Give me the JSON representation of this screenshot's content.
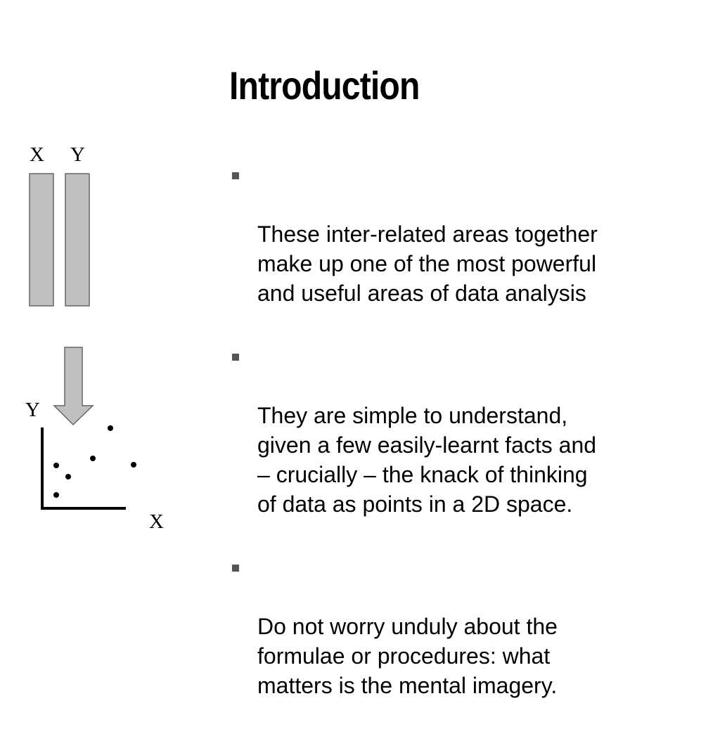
{
  "slide": {
    "title": "Introduction",
    "bullets": [
      "These inter-related areas together\nmake up one of the most powerful\nand useful areas of data analysis",
      "They are simple to understand,\ngiven a few easily-learnt facts and\n– crucially – the knack of thinking\nof data as points in a 2D space.",
      "Do not worry unduly about the\nformulae or procedures: what\nmatters is the mental imagery."
    ]
  },
  "diagram": {
    "column_labels": {
      "x": "X",
      "y": "Y"
    },
    "axis_labels": {
      "y": "Y",
      "x": "X"
    },
    "colors": {
      "bar_fill": "#c0c0c0",
      "bar_stroke": "#666666",
      "arrow_fill": "#c0c0c0",
      "axis": "#000000",
      "point": "#000000"
    }
  }
}
